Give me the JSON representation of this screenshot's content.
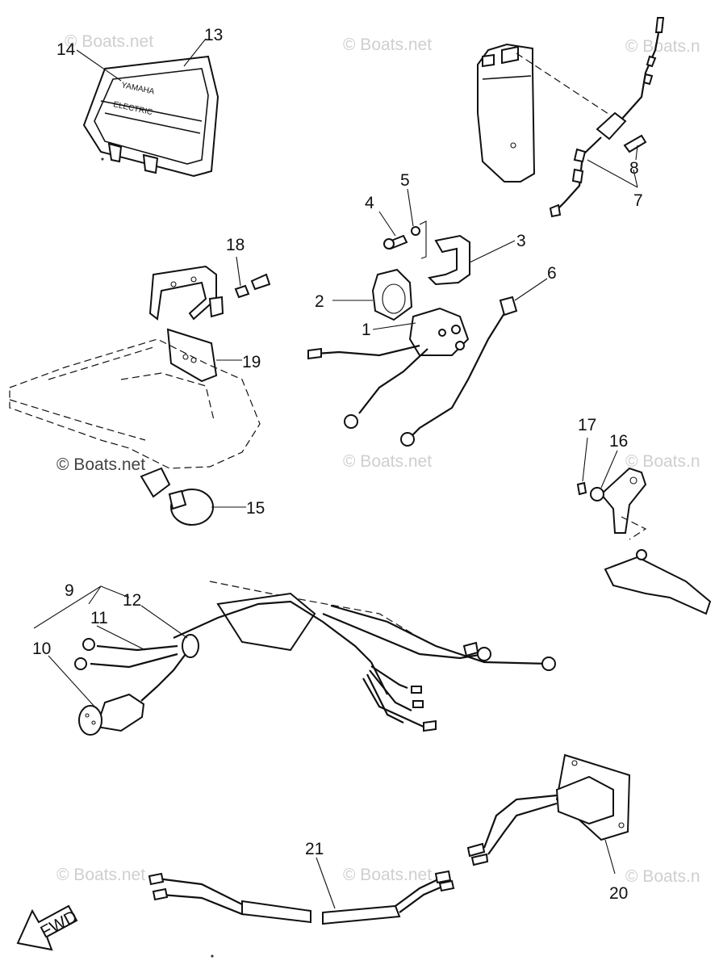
{
  "watermarks": {
    "top_left": "© Boats.net",
    "top_middle": "© Boats.net",
    "top_right": "© Boats.n",
    "middle_left": "© Boats.net",
    "middle_center": "© Boats.net",
    "middle_right": "© Boats.n",
    "bottom_left": "© Boats.net",
    "bottom_middle": "© Boats.net",
    "bottom_right": "© Boats.n"
  },
  "panel_label": {
    "brand": "YAMAHA",
    "type": "ELECTRIC"
  },
  "direction_arrow": "FWD",
  "callouts": {
    "c1": "1",
    "c2": "2",
    "c3": "3",
    "c4": "4",
    "c5": "5",
    "c6": "6",
    "c7": "7",
    "c8": "8",
    "c9": "9",
    "c10": "10",
    "c11": "11",
    "c12": "12",
    "c13": "13",
    "c14": "14",
    "c15": "15",
    "c16": "16",
    "c17": "17",
    "c18": "18",
    "c19": "19",
    "c20": "20",
    "c21": "21"
  }
}
